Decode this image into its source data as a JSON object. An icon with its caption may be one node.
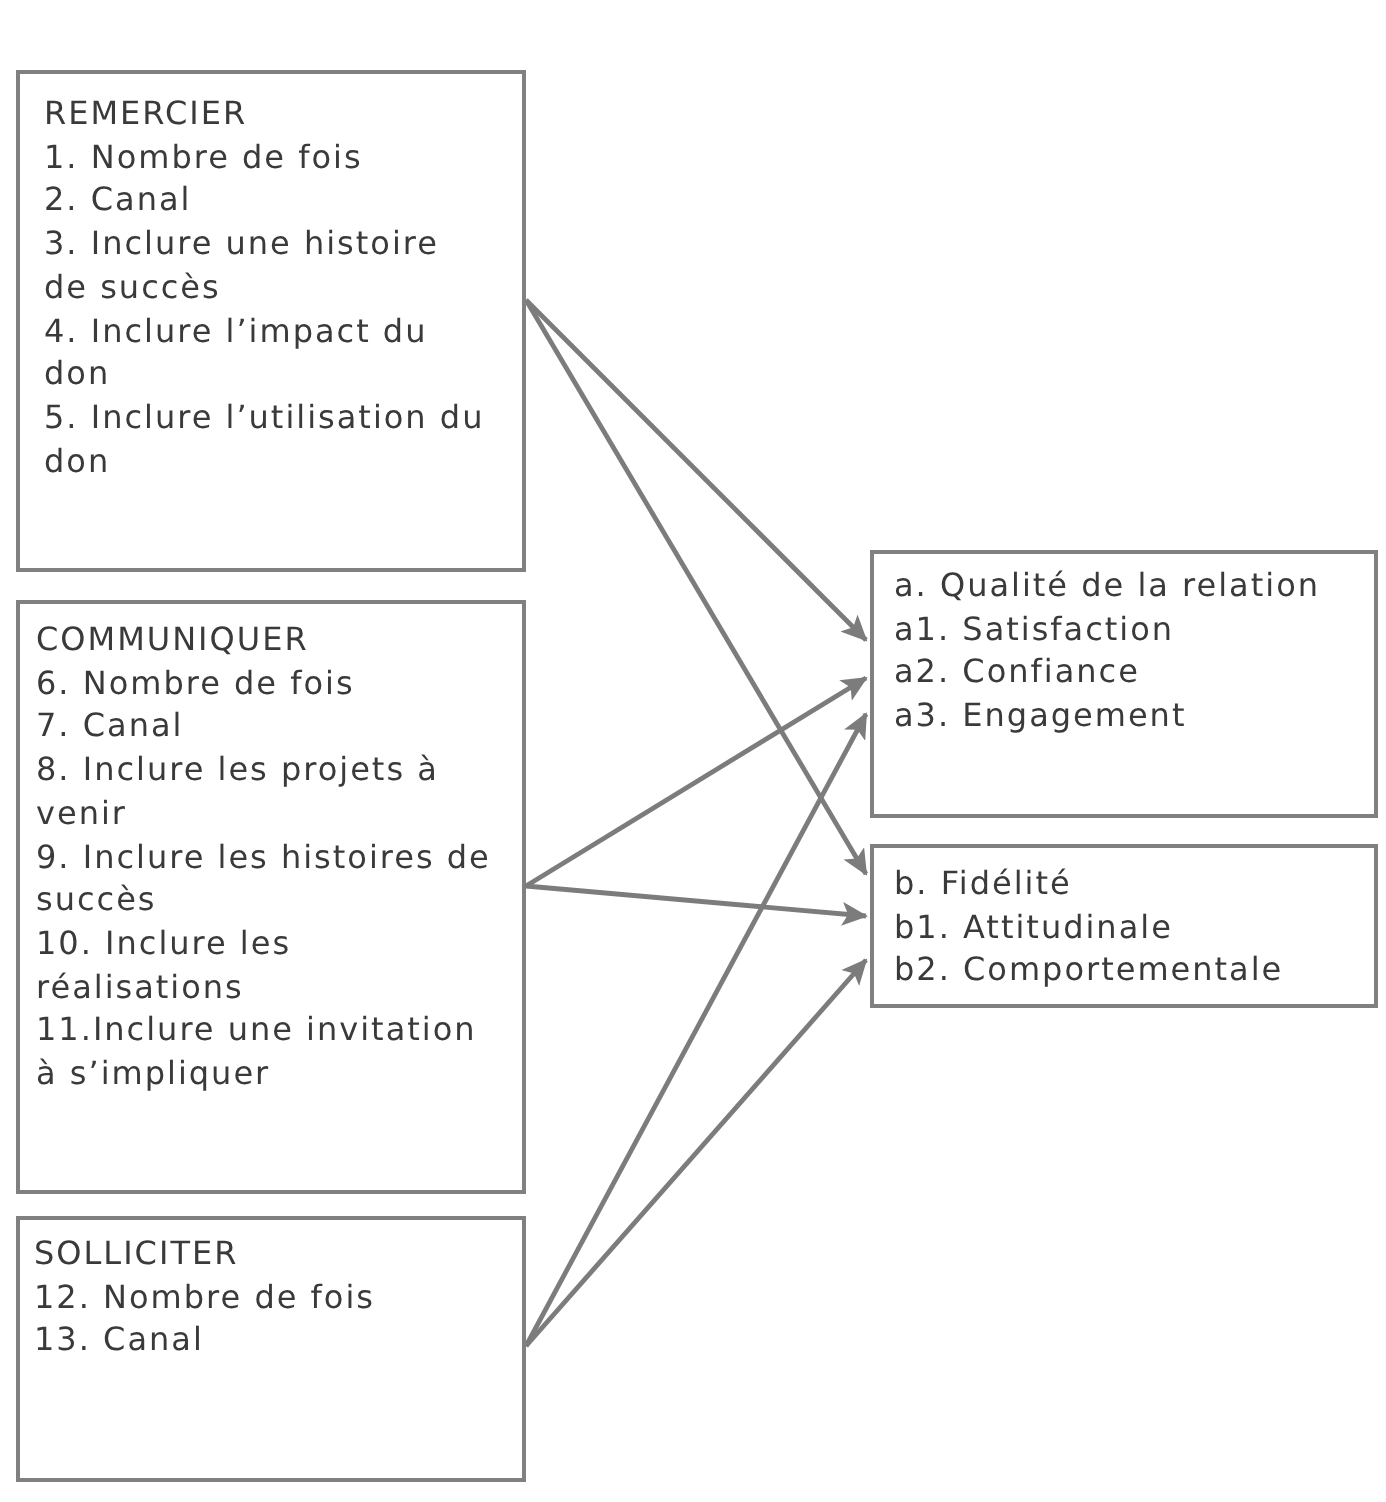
{
  "diagram": {
    "nodes": [
      {
        "text": [
          "REMERCIER",
          "1. Nombre de fois",
          "2. Canal",
          "3. Inclure une histoire de succès",
          "4. Inclure l’impact du don",
          "5. Inclure l’utilisation du don"
        ]
      },
      {
        "text": [
          "COMMUNIQUER",
          "6. Nombre de fois",
          "7. Canal",
          "8. Inclure les projets à venir",
          "9. Inclure les histoires de succès",
          "10. Inclure les réalisations",
          "11.Inclure une invitation à s’impliquer"
        ]
      },
      {
        "text": [
          "SOLLICITER",
          "12. Nombre de fois",
          "13. Canal"
        ]
      },
      {
        "text": [
          "a. Qualité de la relation",
          "a1. Satisfaction",
          "a2. Confiance",
          "a3. Engagement"
        ]
      },
      {
        "text": [
          "b. Fidélité",
          "b1. Attitudinale",
          "b2. Comportementale"
        ]
      }
    ],
    "edges": [
      {
        "from": 0,
        "to": 3,
        "arrow": "to"
      },
      {
        "from": 0,
        "to": 4,
        "arrow": "to"
      },
      {
        "from": 1,
        "to": 3,
        "arrow": "to"
      },
      {
        "from": 1,
        "to": 4,
        "arrow": "to"
      },
      {
        "from": 2,
        "to": 3,
        "arrow": "to"
      },
      {
        "from": 2,
        "to": 4,
        "arrow": "to"
      }
    ]
  }
}
